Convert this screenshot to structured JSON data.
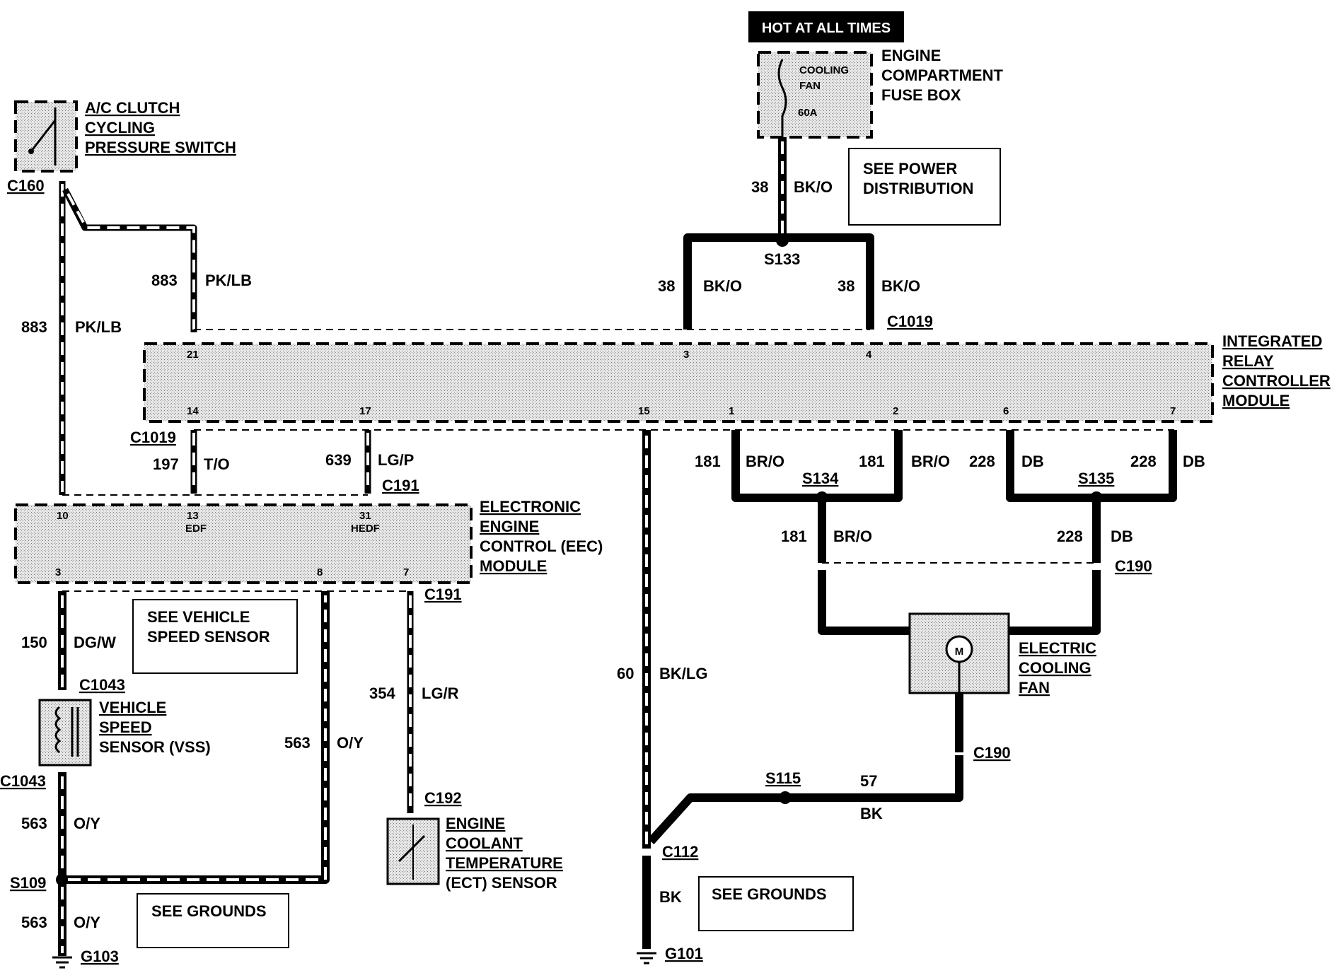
{
  "header": {
    "hot_at_all_times": "HOT AT ALL TIMES"
  },
  "components": {
    "fuse_box": {
      "line1": "ENGINE",
      "line2": "COMPARTMENT",
      "line3": "FUSE BOX",
      "fuse_l1": "COOLING",
      "fuse_l2": "FAN",
      "fuse_rating": "60A"
    },
    "ac_switch": {
      "line1": "A/C CLUTCH",
      "line2": "CYCLING",
      "line3": "PRESSURE SWITCH"
    },
    "ircm": {
      "line1": "INTEGRATED",
      "line2": "RELAY",
      "line3": "CONTROLLER",
      "line4": "MODULE"
    },
    "eec": {
      "line1": "ELECTRONIC",
      "line2": "ENGINE",
      "line3": "CONTROL (EEC)",
      "line4": "MODULE",
      "edf": "EDF",
      "hedf": "HEDF"
    },
    "vss": {
      "line1": "VEHICLE",
      "line2": "SPEED",
      "line3": "SENSOR (VSS)"
    },
    "ect": {
      "line1": "ENGINE",
      "line2": "COOLANT",
      "line3": "TEMPERATURE",
      "line4": "(ECT) SENSOR"
    },
    "fan": {
      "line1": "ELECTRIC",
      "line2": "COOLING",
      "line3": "FAN",
      "motor": "M"
    }
  },
  "notes": {
    "power": {
      "line1": "SEE POWER",
      "line2": "DISTRIBUTION"
    },
    "vss": {
      "line1": "SEE VEHICLE",
      "line2": "SPEED SENSOR"
    },
    "grounds_left": "SEE GROUNDS",
    "grounds_right": "SEE GROUNDS"
  },
  "connectors": {
    "c160": "C160",
    "c1019_top": "C1019",
    "c1019_left": "C1019",
    "c191_a": "C191",
    "c191_b": "C191",
    "c1043_top": "C1043",
    "c1043_bot": "C1043",
    "c192": "C192",
    "c190_top": "C190",
    "c190_bot": "C190",
    "c112": "C112"
  },
  "splices": {
    "s133": "S133",
    "s134": "S134",
    "s135": "S135",
    "s115": "S115",
    "s109": "S109"
  },
  "grounds": {
    "g103": "G103",
    "g101": "G101"
  },
  "pins": {
    "ircm_21": "21",
    "ircm_3": "3",
    "ircm_4": "4",
    "ircm_14": "14",
    "ircm_17": "17",
    "ircm_15": "15",
    "ircm_1": "1",
    "ircm_2": "2",
    "ircm_6": "6",
    "ircm_7": "7",
    "eec_10": "10",
    "eec_13": "13",
    "eec_31": "31",
    "eec_3": "3",
    "eec_8": "8",
    "eec_7": "7"
  },
  "wires": {
    "w38_main": {
      "circuit": "38",
      "color": "BK/O"
    },
    "w38_left": {
      "circuit": "38",
      "color": "BK/O"
    },
    "w38_right": {
      "circuit": "38",
      "color": "BK/O"
    },
    "w883_a": {
      "circuit": "883",
      "color": "PK/LB"
    },
    "w883_b": {
      "circuit": "883",
      "color": "PK/LB"
    },
    "w197": {
      "circuit": "197",
      "color": "T/O"
    },
    "w639": {
      "circuit": "639",
      "color": "LG/P"
    },
    "w181_a": {
      "circuit": "181",
      "color": "BR/O"
    },
    "w181_b": {
      "circuit": "181",
      "color": "BR/O"
    },
    "w181_c": {
      "circuit": "181",
      "color": "BR/O"
    },
    "w228_a": {
      "circuit": "228",
      "color": "DB"
    },
    "w228_b": {
      "circuit": "228",
      "color": "DB"
    },
    "w228_c": {
      "circuit": "228",
      "color": "DB"
    },
    "w150": {
      "circuit": "150",
      "color": "DG/W"
    },
    "w563_a": {
      "circuit": "563",
      "color": "O/Y"
    },
    "w563_b": {
      "circuit": "563",
      "color": "O/Y"
    },
    "w563_c": {
      "circuit": "563",
      "color": "O/Y"
    },
    "w354": {
      "circuit": "354",
      "color": "LG/R"
    },
    "w60": {
      "circuit": "60",
      "color": "BK/LG"
    },
    "w57": {
      "circuit": "57",
      "color": "BK"
    },
    "w_bk": {
      "color": "BK"
    }
  }
}
